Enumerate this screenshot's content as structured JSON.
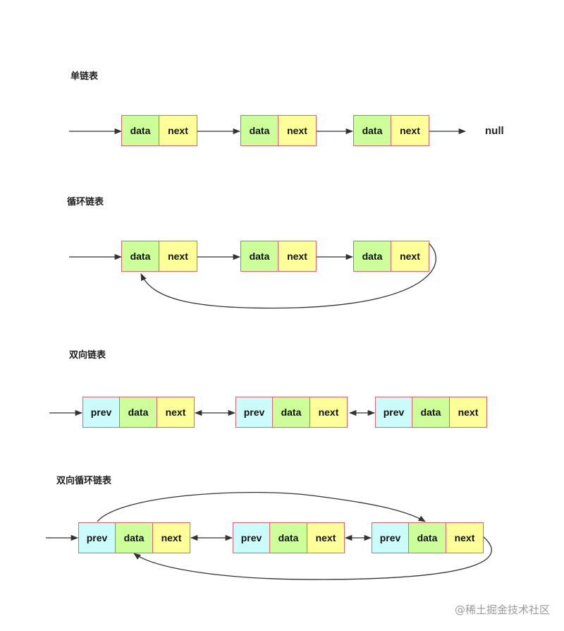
{
  "colors": {
    "prev_fill": "#ccfbfb",
    "data_fill": "#ccff99",
    "next_fill": "#ffff99",
    "cell_border": "#e8606a",
    "arrow": "#333333"
  },
  "sections": [
    {
      "title": "单链表",
      "cells": [
        "data",
        "next"
      ],
      "terminator": "null"
    },
    {
      "title": "循环链表",
      "cells": [
        "data",
        "next"
      ]
    },
    {
      "title": "双向链表",
      "cells": [
        "prev",
        "data",
        "next"
      ]
    },
    {
      "title": "双向循环链表",
      "cells": [
        "prev",
        "data",
        "next"
      ]
    }
  ],
  "watermark": "@稀土掘金技术社区"
}
